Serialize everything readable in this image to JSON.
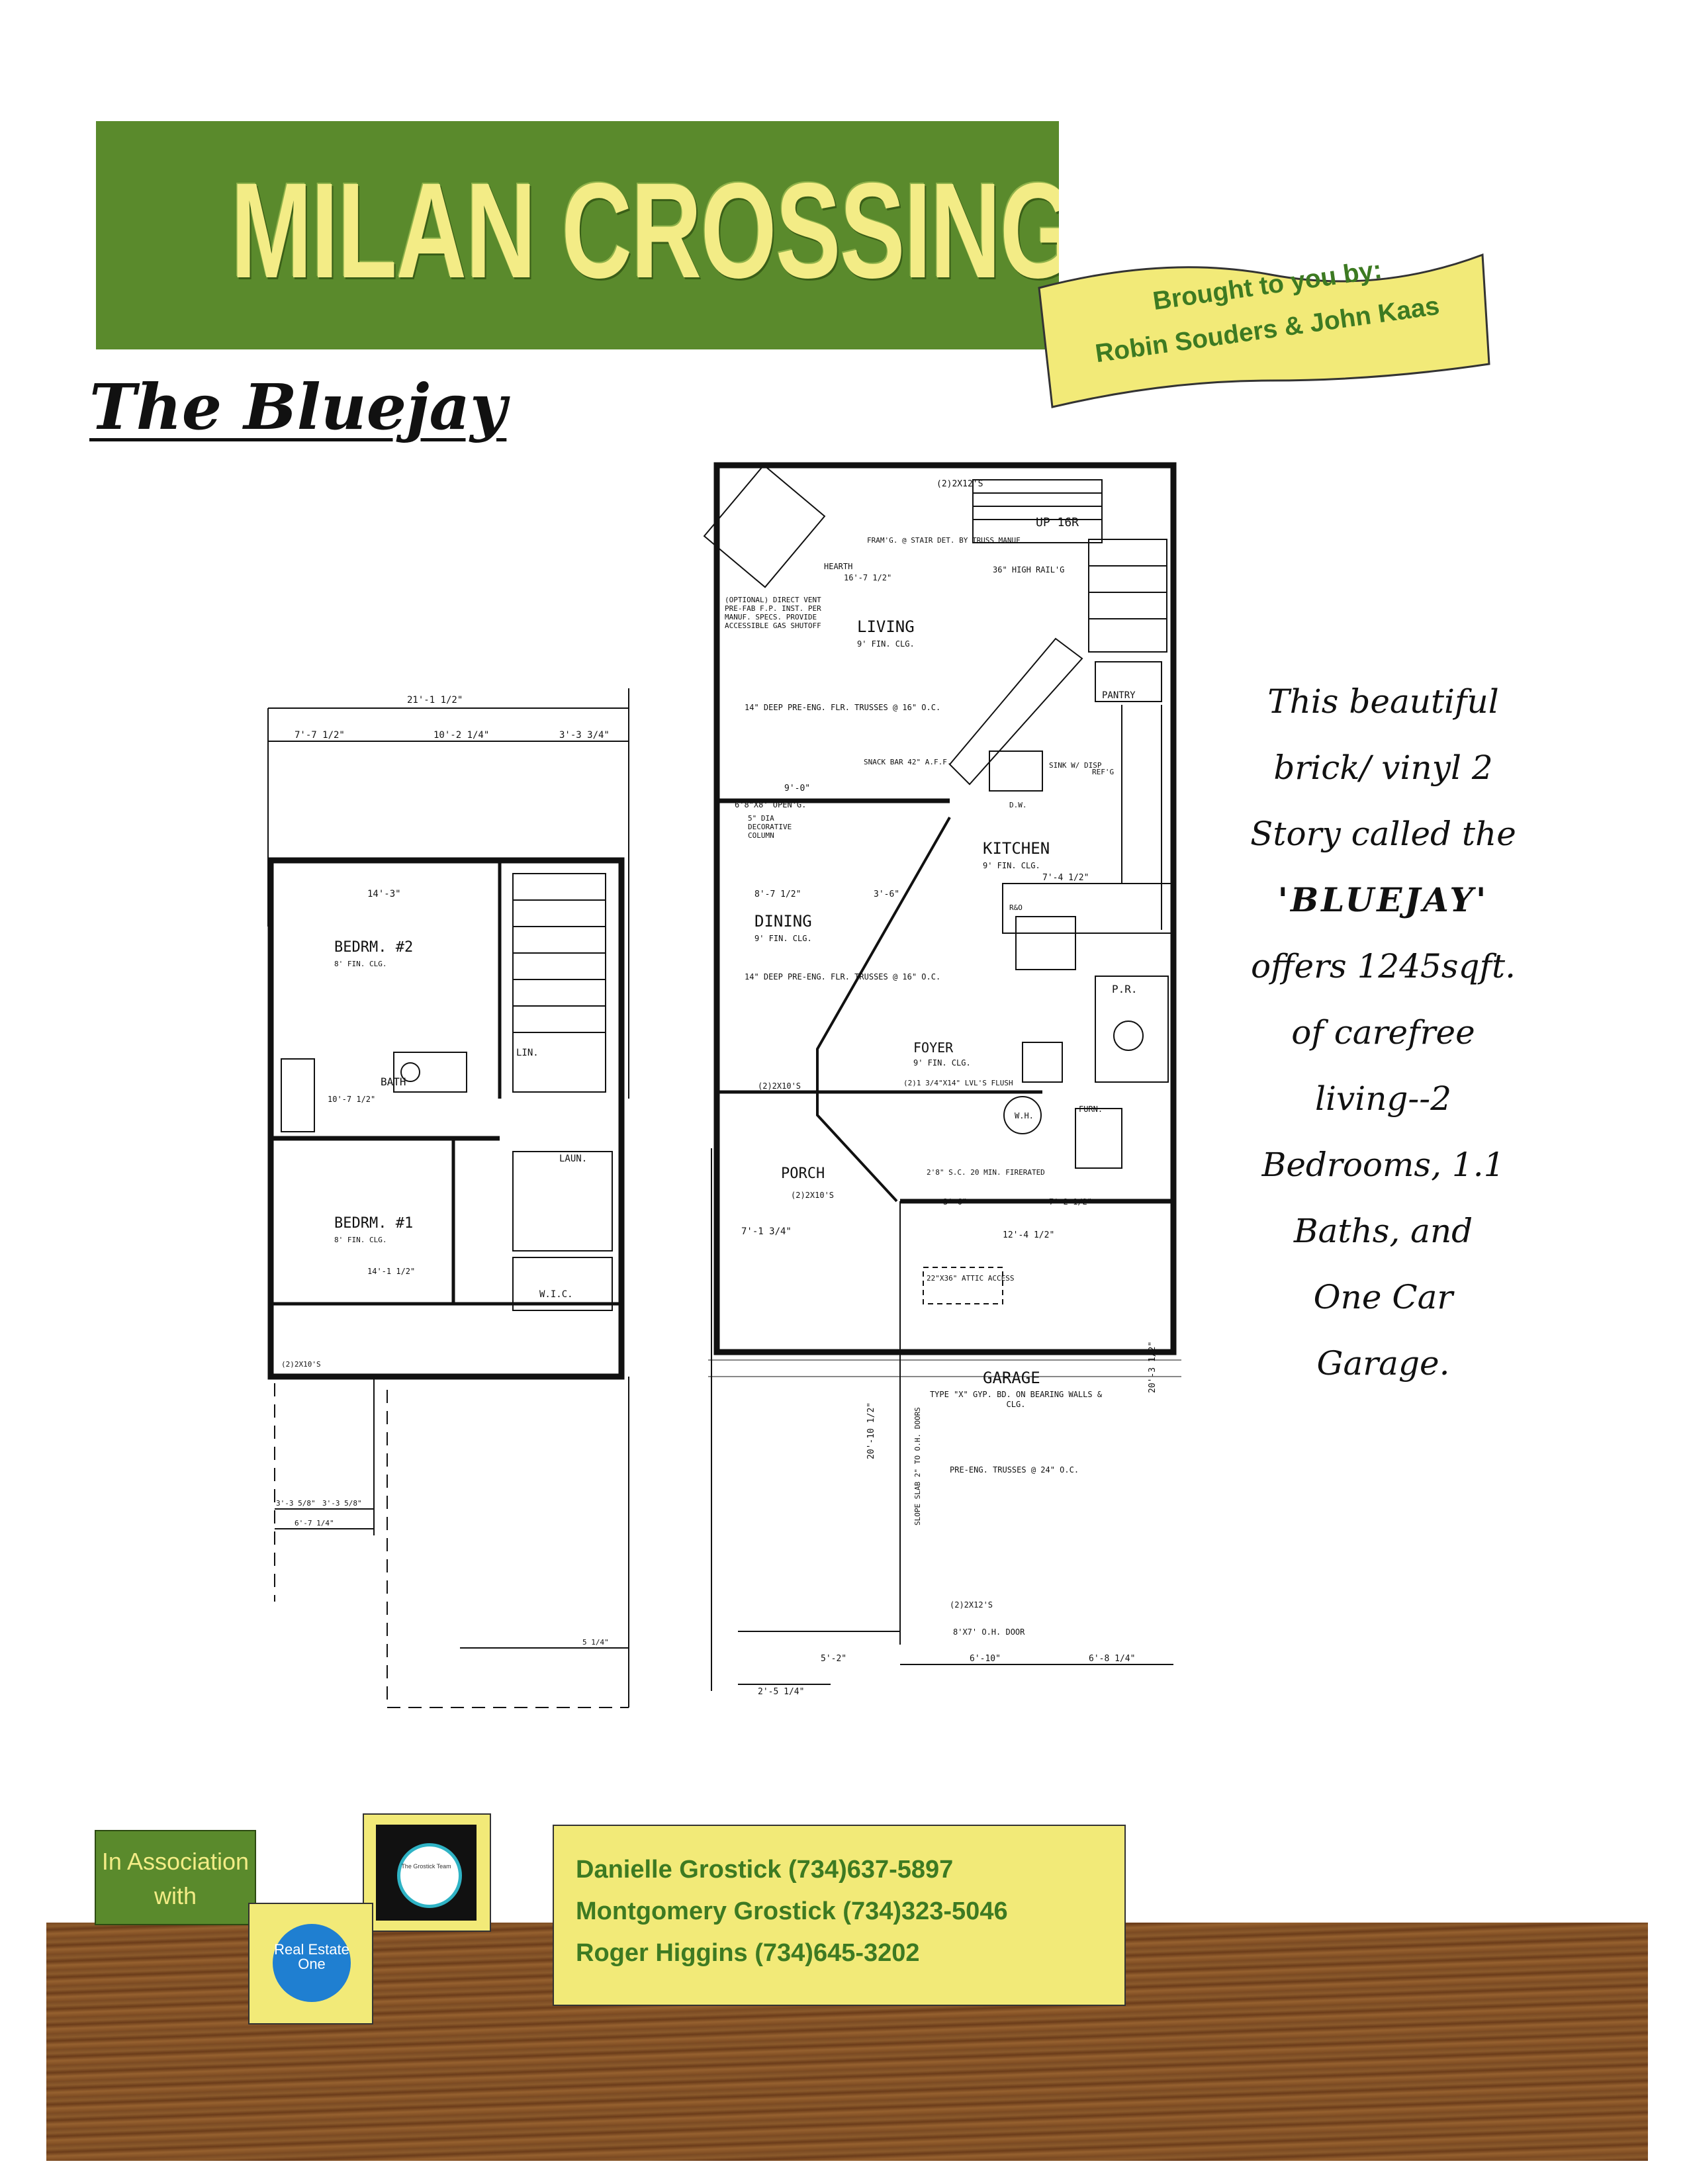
{
  "header": {
    "title": "MILAN CROSSINGS II",
    "ribbon_line1": "Brought to you by:",
    "ribbon_line2": "Robin Souders & John Kaas"
  },
  "model": {
    "name": "The Bluejay"
  },
  "description": {
    "lines": [
      "This beautiful",
      "brick/ vinyl 2",
      "Story called the",
      "'BLUEJAY'",
      "offers 1245sqft.",
      "of carefree",
      "living--2",
      "Bedrooms, 1.1",
      "Baths, and",
      "One Car",
      "Garage."
    ]
  },
  "upper_floor_plan": {
    "labels": {
      "overall_width": "21'-1 1/2\"",
      "dim_a": "7'-7 1/2\"",
      "dim_b": "10'-2 1/4\"",
      "dim_c": "3'-3 3/4\"",
      "bedroom2": "BEDRM. #2",
      "bedroom2_clg": "8' FIN. CLG.",
      "bedroom2_width": "14'-3\"",
      "bath": "BATH",
      "bath_dim": "10'-7 1/2\"",
      "lin": "LIN.",
      "laun": "LAUN.",
      "bedroom1": "BEDRM. #1",
      "bedroom1_clg": "8' FIN. CLG.",
      "bedroom1_width": "14'-1 1/2\"",
      "wic": "W.I.C.",
      "header_2x10": "(2)2X10'S",
      "dim_bottom_a": "3'-3 5/8\"",
      "dim_bottom_b": "3'-3 5/8\"",
      "dim_bottom_total": "6'-7 1/4\"",
      "dim_right": "5 1/4\""
    }
  },
  "lower_floor_plan": {
    "labels": {
      "header_top": "(2)2X12'S",
      "up": "UP 16R",
      "stair_note": "FRAM'G. @ STAIR DET. BY TRUSS MANUF",
      "hearth": "HEARTH",
      "hearth_dim": "16'-7 1/2\"",
      "rail": "36\" HIGH RAIL'G",
      "fireplace_note": "(OPTIONAL) DIRECT VENT PRE-FAB F.P. INST. PER MANUF. SPECS. PROVIDE ACCESSIBLE GAS SHUTOFF",
      "living": "LIVING",
      "living_clg": "9' FIN. CLG.",
      "living_truss": "14\" DEEP PRE-ENG. FLR. TRUSSES @ 16\" O.C.",
      "pantry": "PANTRY",
      "snack_bar": "SNACK BAR 42\" A.F.F.",
      "sink": "SINK W/ DISP",
      "dw": "D.W.",
      "refg": "REF'G",
      "opening": "6'8\"X8' OPEN'G.",
      "dim_9": "9'-0\"",
      "column": "5\" DIA DECORATIVE COLUMN",
      "kitchen": "KITCHEN",
      "kitchen_clg": "9' FIN. CLG.",
      "kitchen_dim": "7'-4 1/2\"",
      "dining": "DINING",
      "dining_clg": "9' FIN. CLG.",
      "dining_dim": "8'-7 1/2\"",
      "dining_dim2": "3'-6\"",
      "dining_truss": "14\" DEEP PRE-ENG. FLR. TRUSSES @ 16\" O.C.",
      "ro": "R&O",
      "pr": "P.R.",
      "foyer": "FOYER",
      "foyer_clg": "9' FIN. CLG.",
      "lvl": "(2)1 3/4\"X14\" LVL'S FLUSH",
      "header_2x10": "(2)2X10'S",
      "wh": "W.H.",
      "furn": "FURN.",
      "porch": "PORCH",
      "porch_header": "(2)2X10'S",
      "door_note": "2'8\" S.C. 20 MIN. FIRERATED",
      "porch_dim": "7'-1 3/4\"",
      "dim_36": "3'-6\"",
      "dim_72": "7'-2 1/2\"",
      "garage_width": "12'-4 1/2\"",
      "attic": "22\"X36\" ATTIC ACCESS",
      "garage": "GARAGE",
      "garage_note": "TYPE \"X\" GYP. BD. ON BEARING WALLS & CLG.",
      "garage_truss": "PRE-ENG. TRUSSES @ 24\" O.C.",
      "slope": "SLOPE SLAB 2\" TO O.H. DOORS",
      "garage_depth": "20'-10 1/2\"",
      "garage_depth2": "20'-3 1/2\"",
      "garage_header": "(2)2X12'S",
      "oh_door": "8'X7' O.H. DOOR",
      "bottom_a": "5'-2\"",
      "bottom_b": "6'-10\"",
      "bottom_c": "6'-8 1/4\"",
      "bottom_d": "2'-5 1/4\""
    }
  },
  "footer": {
    "assoc_line1": "In Association",
    "assoc_line2": "with",
    "grostick_logo_text": "The Grostick Team",
    "re_logo_text": "Real Estate One",
    "contacts": [
      "Danielle Grostick (734)637-5897",
      "Montgomery Grostick (734)323-5046",
      "Roger Higgins (734)645-3202"
    ]
  },
  "colors": {
    "banner_green": "#5a8a2c",
    "title_yellow": "#f3ec86",
    "ribbon_yellow": "#f2ea78",
    "contact_green": "#3d7a22",
    "wood_brown": "#7a4a23"
  }
}
